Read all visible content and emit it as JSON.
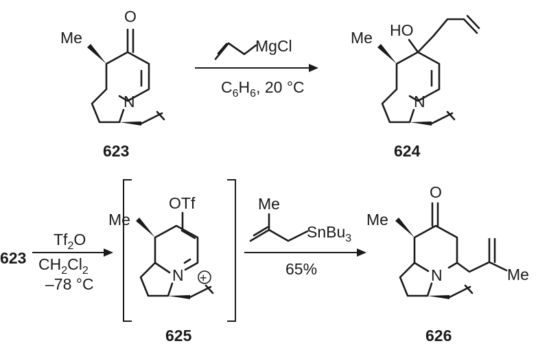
{
  "compounds": {
    "c623": "623",
    "c624": "624",
    "c625": "625",
    "c626": "626",
    "start_label": "623"
  },
  "atoms": {
    "O": "O",
    "N": "N",
    "Me": "Me",
    "HO": "HO",
    "OTf": "OTf",
    "MgCl": "MgCl",
    "SnBu3_base": "SnBu",
    "SnBu3_sub": "3"
  },
  "conditions": {
    "step1_solvent_base": "C",
    "step1_solvent_sub1": "6",
    "step1_solvent_mid": "H",
    "step1_solvent_sub2": "6",
    "step1_temp": ", 20 °C",
    "step2_reagent_base": "Tf",
    "step2_reagent_sub": "2",
    "step2_reagent_tail": "O",
    "step2_solvent_base": "CH",
    "step2_solvent_sub1": "2",
    "step2_solvent_mid": "Cl",
    "step2_solvent_sub2": "2",
    "step2_temp": "–78 °C",
    "step3_yield": "65%"
  },
  "charge_symbol": "+"
}
